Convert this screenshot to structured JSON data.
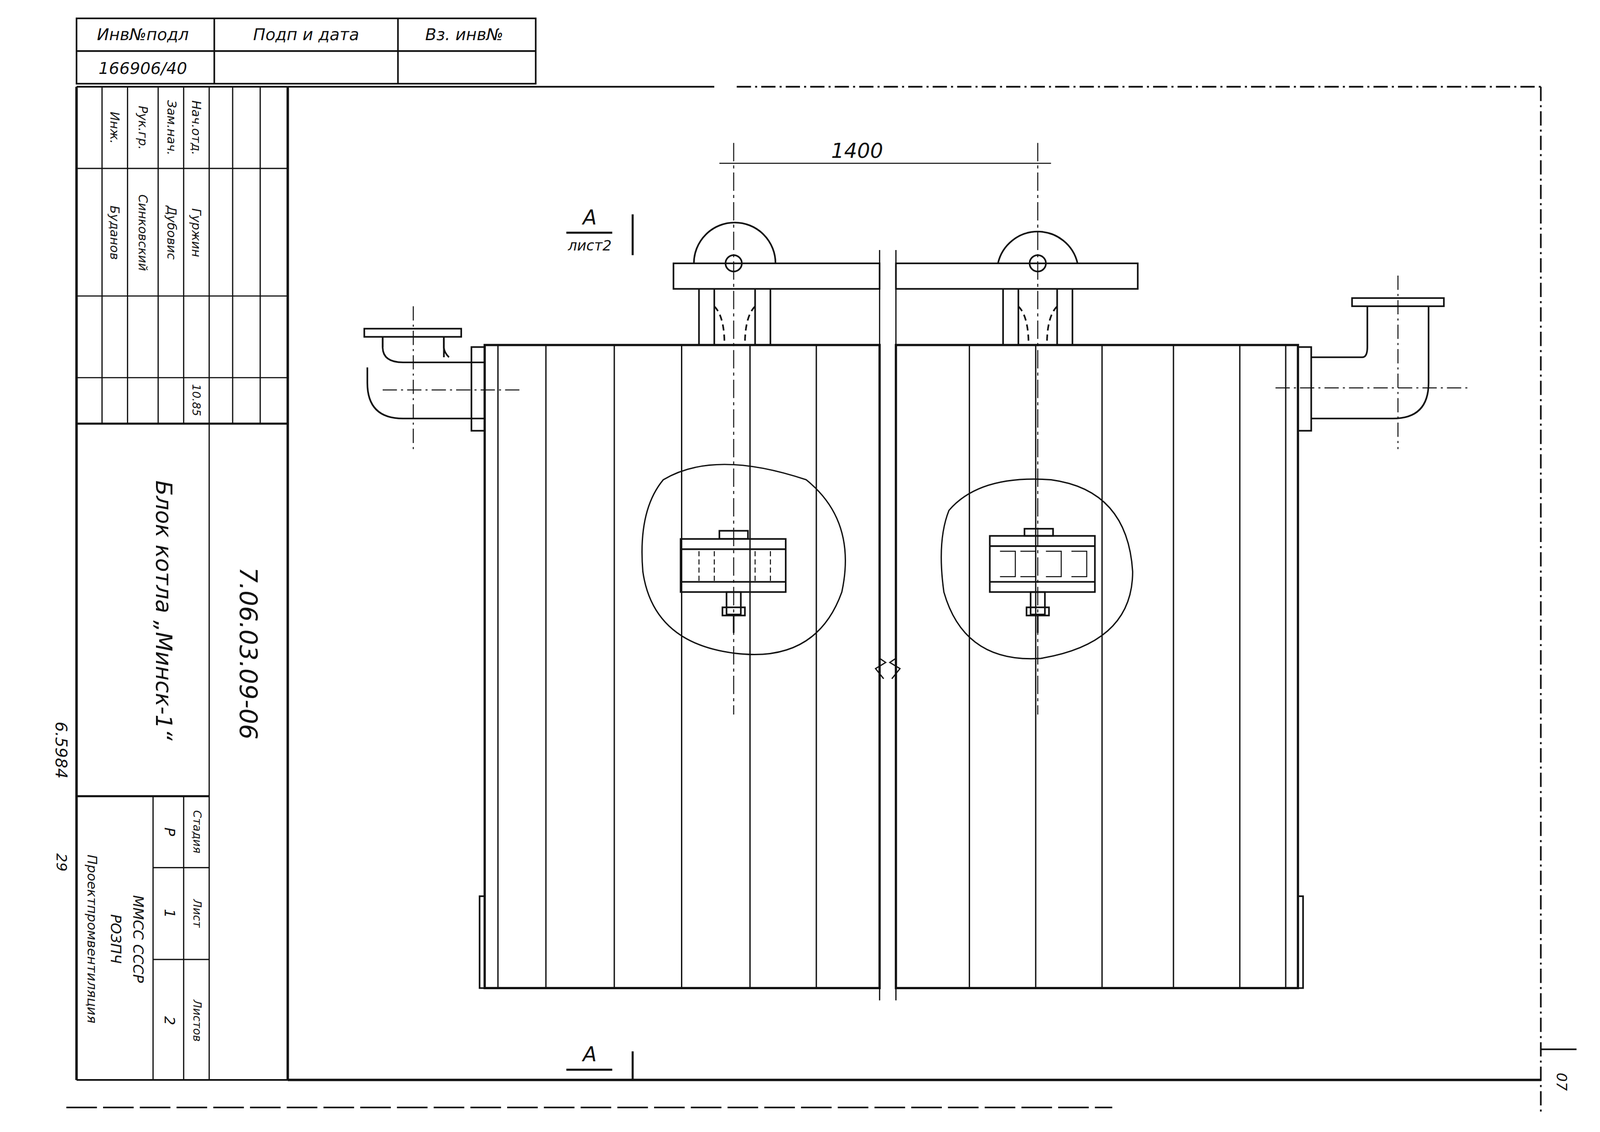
{
  "diagram": {
    "labels": [
      "Инв№подл",
      "Подп и дата",
      "Вз. инв№",
      "166906/40",
      "Нач.отд.",
      "Гуржин",
      "Зам.нач.",
      "Дубовис",
      "Рук.гр.",
      "Синковский",
      "Инж.",
      "Буданов",
      "10.85",
      "Блок котла „Минск-1“",
      "7.06.03.09-06",
      "Стадия",
      "Лист",
      "Листов",
      "Р",
      "1",
      "2",
      "ММСС СССР",
      "РОЗПЧ",
      "Проектпромвентиляция",
      "6.5984",
      "29",
      "1400",
      "А",
      "лист2",
      "А",
      "07"
    ]
  }
}
